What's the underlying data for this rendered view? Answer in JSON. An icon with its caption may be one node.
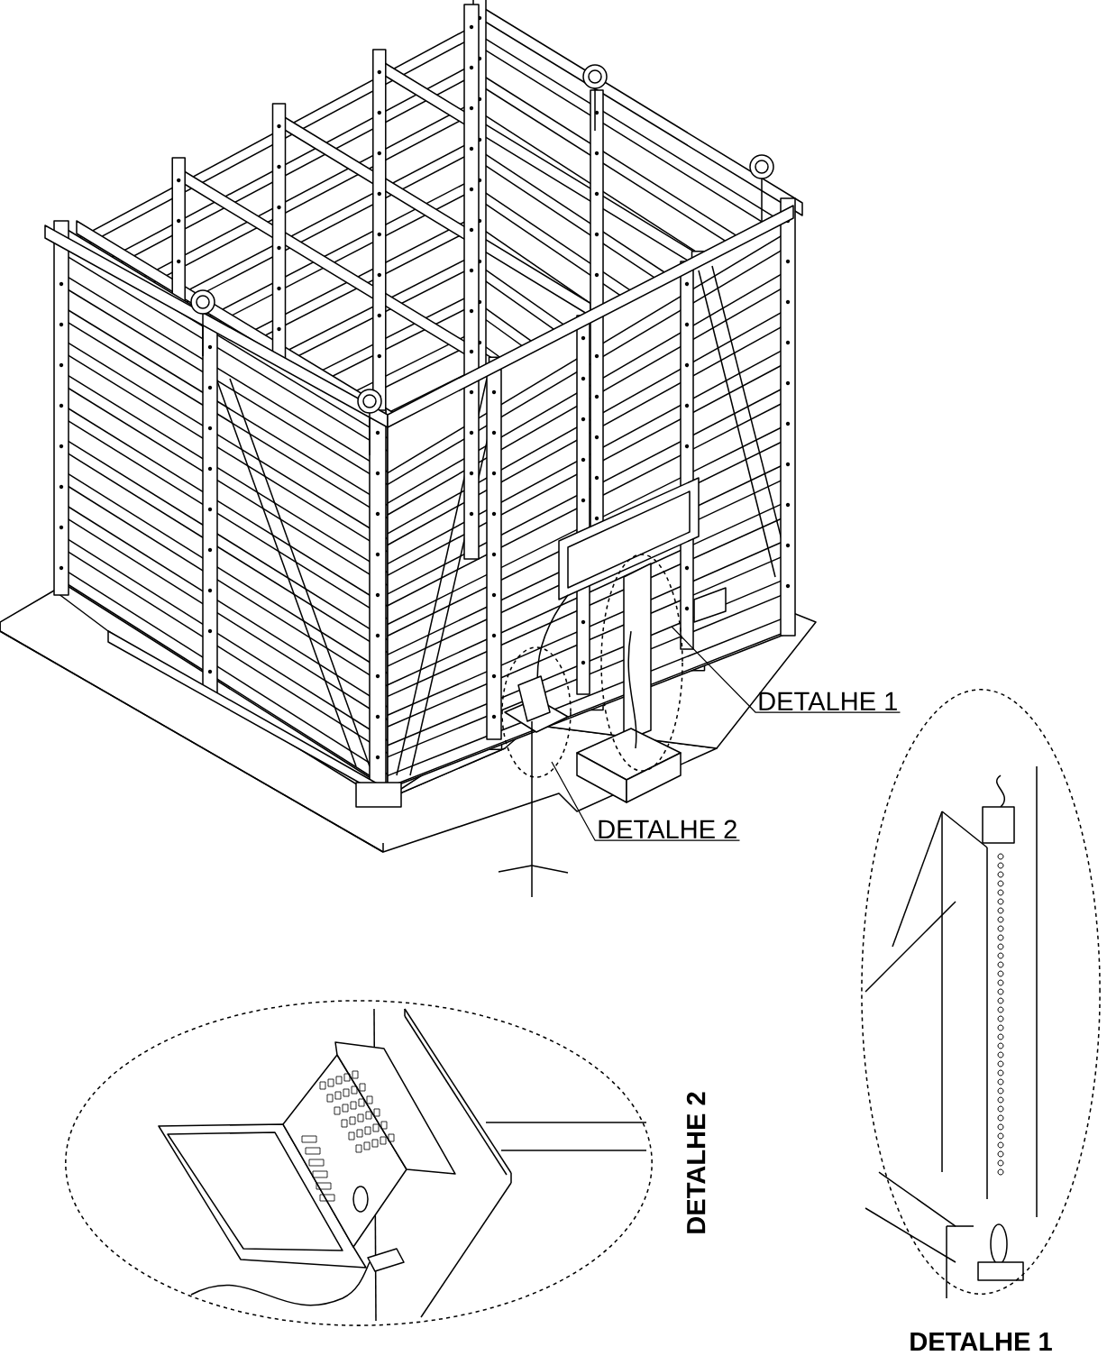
{
  "diagram": {
    "nodes": [
      {
        "text": [
          "DETALHE 1"
        ]
      },
      {
        "text": [
          "DETALHE 2"
        ]
      },
      {
        "text": [
          "DETALHE 2"
        ]
      },
      {
        "text": [
          "DETALHE 1"
        ]
      }
    ],
    "edges": [
      {
        "from": 0,
        "to": null,
        "arrow": "none"
      },
      {
        "from": 1,
        "to": null,
        "arrow": "none"
      }
    ]
  }
}
